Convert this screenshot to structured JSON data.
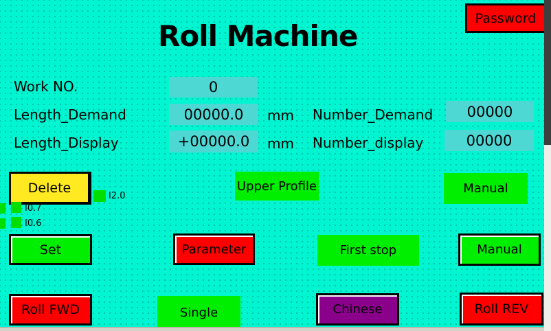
{
  "header": {
    "title": "Roll Machine",
    "password_button": "Password"
  },
  "fields": {
    "work_no": {
      "label": "Work NO.",
      "value": "0"
    },
    "length_demand": {
      "label": "Length_Demand",
      "value": "00000.0",
      "unit": "mm"
    },
    "number_demand": {
      "label": "Number_Demand",
      "value": "00000"
    },
    "length_display": {
      "label": "Length_Display",
      "value": "+00000.0",
      "unit": "mm"
    },
    "number_display": {
      "label": "Number_display",
      "value": "00000"
    }
  },
  "indicators": [
    {
      "label": "I2.0"
    },
    {
      "label": "I0.7"
    },
    {
      "label": "I0.6"
    }
  ],
  "buttons": {
    "delete": "Delete",
    "upper_profile": "Upper Profile",
    "manual_top": "Manual",
    "set": "Set",
    "parameter": "Parameter",
    "first_stop": "First stop",
    "manual_bottom": "Manual",
    "roll_fwd": "Roll FWD",
    "single": "Single",
    "chinese": "Chinese",
    "roll_rev": "Roll REV"
  },
  "colors": {
    "background": "#00f5d0",
    "field_background": "#4dd8d4",
    "button_green": "#00ee00",
    "button_red": "#ff0000",
    "button_yellow": "#ffe921",
    "button_purple": "#8b008b",
    "indicator_green": "#00de00",
    "scrollbar_thumb": "#3e3e3e"
  }
}
